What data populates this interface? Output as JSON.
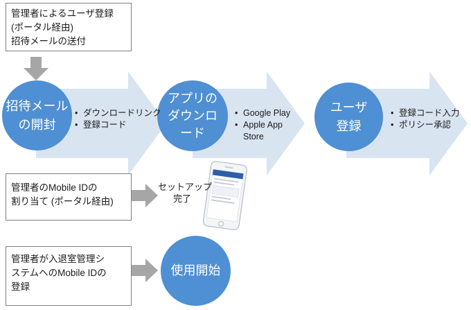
{
  "top_box": {
    "lines": [
      "管理者によるユーザ登録",
      "(ポータル経由)",
      "招待メールの送付"
    ]
  },
  "steps": [
    {
      "circle_lines": [
        "招待メール",
        "の開封"
      ],
      "bullets": [
        "ダウンロードリンク",
        "登録コード"
      ]
    },
    {
      "circle_lines": [
        "アプリの",
        "ダウンロ",
        "ード"
      ],
      "bullets": [
        "Google Play",
        "Apple App Store"
      ]
    },
    {
      "circle_lines": [
        "ユーザ",
        "登録"
      ],
      "bullets": [
        "登録コード入力",
        "ポリシー承認"
      ]
    }
  ],
  "assign_box": {
    "lines": [
      "管理者のMobile IDの",
      "割り当て (ポータル経由)"
    ]
  },
  "setup_complete": {
    "lines": [
      "セットアップ",
      "完了"
    ]
  },
  "register_box": {
    "lines": [
      "管理者が入退室管理シ",
      "ステムへのMobile IDの",
      "登録"
    ]
  },
  "start_circle": {
    "label": "使用開始"
  },
  "colors": {
    "circle": "#4f8fd3",
    "chevron": "#d9e4f1",
    "arrow": "#a6a6a6",
    "box_border": "#7f7f7f"
  }
}
